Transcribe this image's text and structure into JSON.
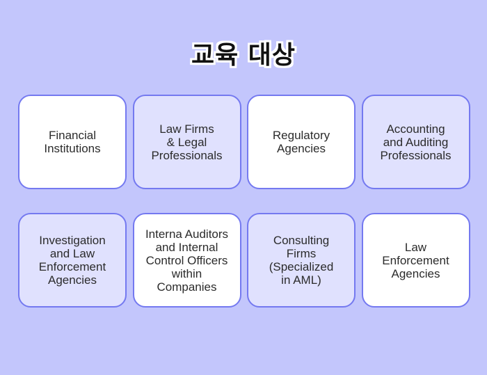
{
  "title": "교육 대상",
  "cards": [
    {
      "label": "Financial\nInstitutions",
      "style": "white"
    },
    {
      "label": "Law Firms\n& Legal\nProfessionals",
      "style": "lavender"
    },
    {
      "label": "Regulatory\nAgencies",
      "style": "white"
    },
    {
      "label": "Accounting\nand Auditing\nProfessionals",
      "style": "lavender"
    },
    {
      "label": "Investigation\nand Law\nEnforcement\nAgencies",
      "style": "lavender"
    },
    {
      "label": "Interna Auditors\nand Internal\nControl Officers\nwithin\nCompanies",
      "style": "white"
    },
    {
      "label": "Consulting\nFirms\n(Specialized\nin AML)",
      "style": "lavender"
    },
    {
      "label": "Law\nEnforcement\nAgencies",
      "style": "white"
    }
  ],
  "colors": {
    "background": "#c3c6fc",
    "card_border": "#7479f0",
    "card_white": "#ffffff",
    "card_lavender": "#e0e1fe"
  }
}
